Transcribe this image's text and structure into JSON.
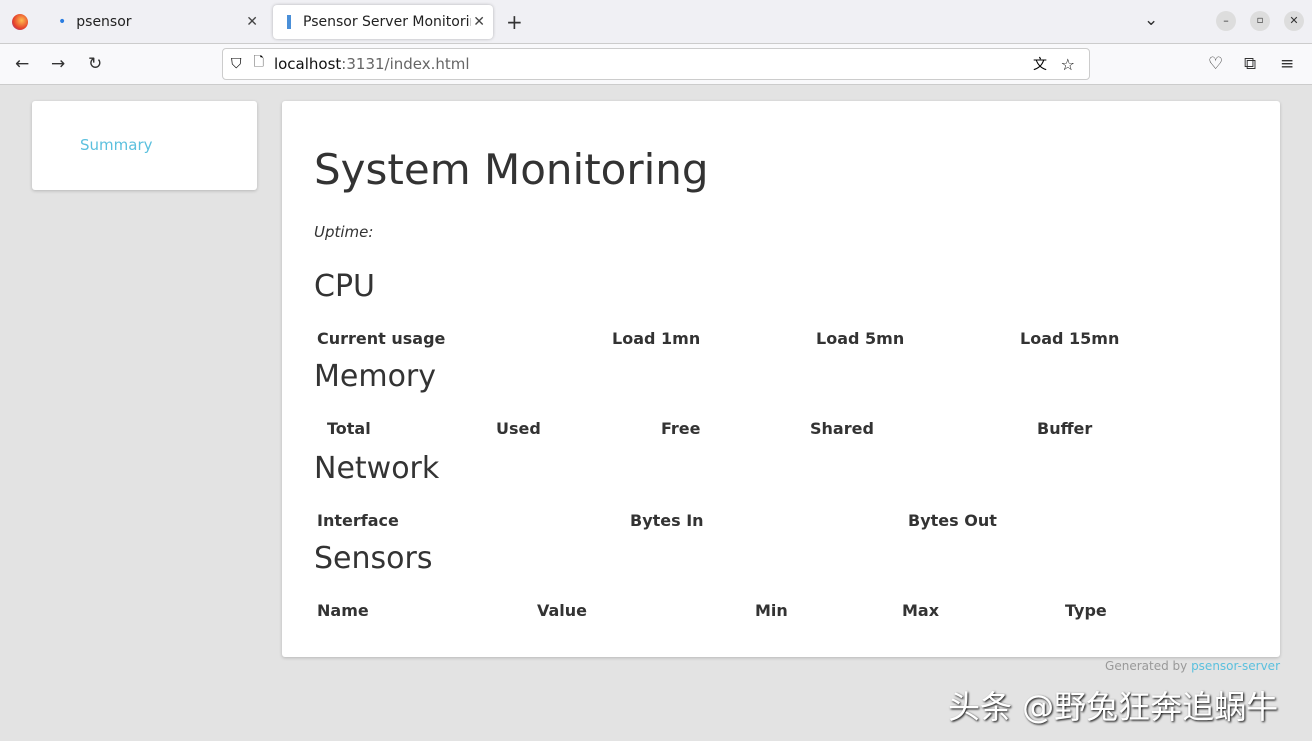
{
  "browser": {
    "tabs": [
      {
        "label": "psensor"
      },
      {
        "label": "Psensor Server Monitorin"
      }
    ],
    "url_host": "localhost",
    "url_rest": ":3131/index.html"
  },
  "sidebar": {
    "items": [
      {
        "label": "Summary"
      }
    ]
  },
  "main": {
    "title": "System Monitoring",
    "uptime_label": "Uptime:",
    "cpu": {
      "heading": "CPU",
      "columns": [
        "Current usage",
        "Load 1mn",
        "Load 5mn",
        "Load 15mn"
      ]
    },
    "memory": {
      "heading": "Memory",
      "columns": [
        "Total",
        "Used",
        "Free",
        "Shared",
        "Buffer"
      ]
    },
    "network": {
      "heading": "Network",
      "columns": [
        "Interface",
        "Bytes In",
        "Bytes Out"
      ]
    },
    "sensors": {
      "heading": "Sensors",
      "columns": [
        "Name",
        "Value",
        "Min",
        "Max",
        "Type"
      ]
    }
  },
  "footer": {
    "prefix": "Generated by ",
    "link": "psensor-server"
  },
  "watermark": "头条 @野兔狂奔追蜗牛"
}
